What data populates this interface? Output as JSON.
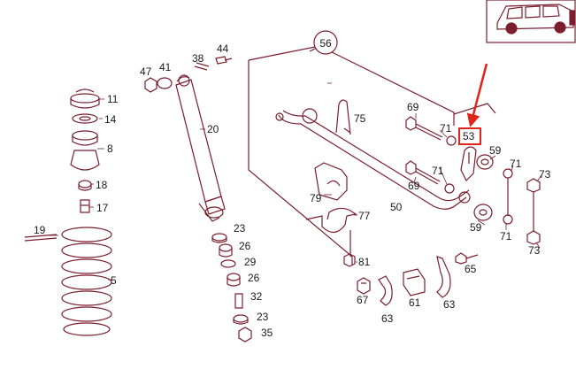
{
  "colors": {
    "line": "#7a1e2e",
    "highlight": "#e0241b",
    "text": "#1a1a1a"
  },
  "callouts": {
    "c56": "56",
    "c5": "5",
    "c8": "8",
    "c11": "11",
    "c14": "14",
    "c17": "17",
    "c18": "18",
    "c19": "19",
    "c20": "20",
    "c23a": "23",
    "c23b": "23",
    "c26a": "26",
    "c26b": "26",
    "c29": "29",
    "c32": "32",
    "c35": "35",
    "c38": "38",
    "c41": "41",
    "c44": "44",
    "c47": "47",
    "c50": "50",
    "c53": "53",
    "c59a": "59",
    "c59b": "59",
    "c61": "61",
    "c63a": "63",
    "c63b": "63",
    "c65": "65",
    "c67": "67",
    "c69a": "69",
    "c69b": "69",
    "c71a": "71",
    "c71b": "71",
    "c71c": "71",
    "c71d": "71",
    "c73a": "73",
    "c73b": "73",
    "c75": "75",
    "c77": "77",
    "c79": "79",
    "c81": "81"
  }
}
